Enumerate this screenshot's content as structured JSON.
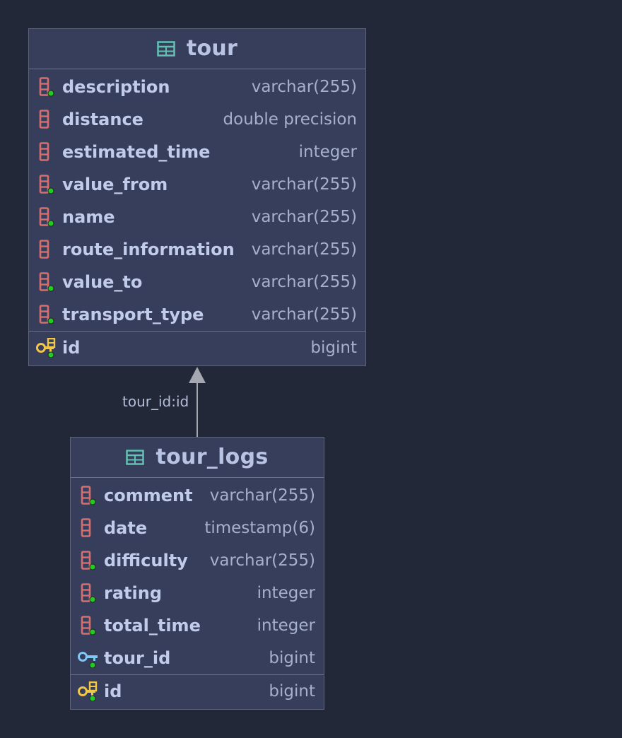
{
  "tables": {
    "tour": {
      "name": "tour",
      "columns": [
        {
          "name": "description",
          "type": "varchar(255)",
          "icon": "column-not-null-icon"
        },
        {
          "name": "distance",
          "type": "double precision",
          "icon": "column-icon"
        },
        {
          "name": "estimated_time",
          "type": "integer",
          "icon": "column-icon"
        },
        {
          "name": "value_from",
          "type": "varchar(255)",
          "icon": "column-not-null-icon"
        },
        {
          "name": "name",
          "type": "varchar(255)",
          "icon": "column-not-null-icon"
        },
        {
          "name": "route_information",
          "type": "varchar(255)",
          "icon": "column-icon"
        },
        {
          "name": "value_to",
          "type": "varchar(255)",
          "icon": "column-not-null-icon"
        },
        {
          "name": "transport_type",
          "type": "varchar(255)",
          "icon": "column-not-null-icon"
        }
      ],
      "primary_key": {
        "name": "id",
        "type": "bigint",
        "icon": "primary-key-icon"
      }
    },
    "tour_logs": {
      "name": "tour_logs",
      "columns": [
        {
          "name": "comment",
          "type": "varchar(255)",
          "icon": "column-not-null-icon"
        },
        {
          "name": "date",
          "type": "timestamp(6)",
          "icon": "column-icon"
        },
        {
          "name": "difficulty",
          "type": "varchar(255)",
          "icon": "column-not-null-icon"
        },
        {
          "name": "rating",
          "type": "integer",
          "icon": "column-not-null-icon"
        },
        {
          "name": "total_time",
          "type": "integer",
          "icon": "column-not-null-icon"
        },
        {
          "name": "tour_id",
          "type": "bigint",
          "icon": "foreign-key-icon"
        }
      ],
      "primary_key": {
        "name": "id",
        "type": "bigint",
        "icon": "primary-key-icon"
      }
    }
  },
  "relation": {
    "label": "tour_id:id",
    "from": "tour_logs",
    "to": "tour"
  },
  "colors": {
    "background": "#232838",
    "table_fill": "#373e5b",
    "table_border": "#5d6379",
    "title_text": "#b9c4e5",
    "column_icon": "#d76e6e",
    "not_null_dot": "#22cc22",
    "primary_key_icon": "#f2c744",
    "foreign_key_icon": "#7fc8f5",
    "table_icon": "#63c1b4",
    "connector": "#a5a8b0"
  }
}
